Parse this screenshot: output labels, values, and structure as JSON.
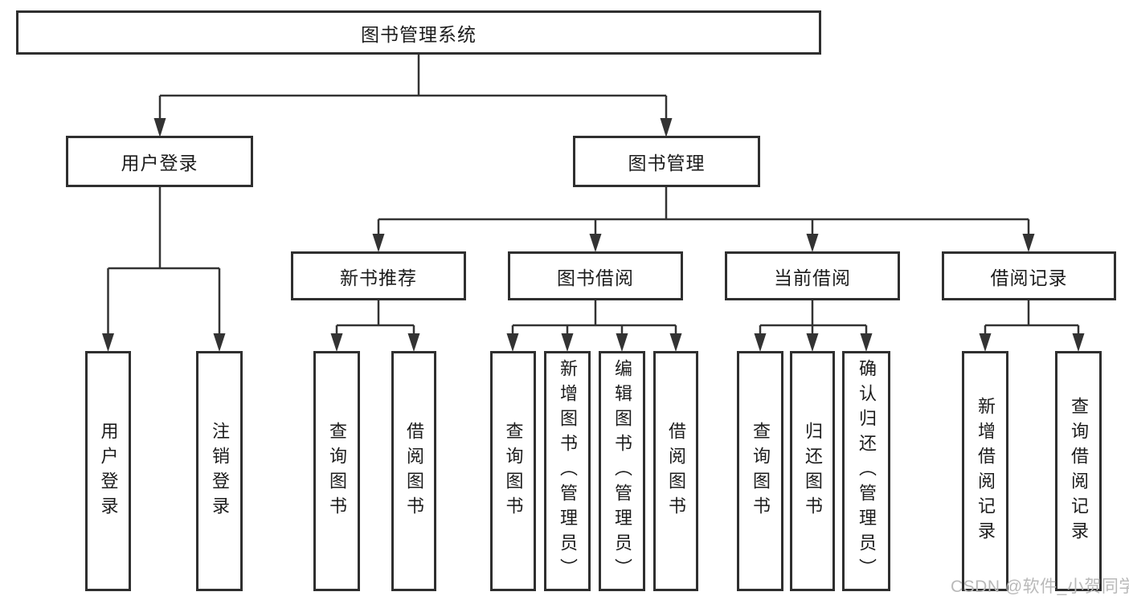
{
  "diagram": {
    "type": "tree-structure-chart",
    "watermark": "CSDN @软件_小贺同学",
    "colors": {
      "background": "#ffffff",
      "box_border": "#2f2f2f",
      "connector_line": "#333333",
      "text": "#1c1c1c",
      "watermark_text": "#b9b9b9"
    },
    "nodes": {
      "root": "图书管理系统",
      "user_login": "用户登录",
      "book_mgmt": "图书管理",
      "new_book_rec": "新书推荐",
      "book_borrow": "图书借阅",
      "current_borrow": "当前借阅",
      "borrow_records": "借阅记录",
      "leaf_user_login": "用户登录",
      "leaf_logout": "注销登录",
      "leaf_rec_query": "查询图书",
      "leaf_rec_borrow": "借阅图书",
      "leaf_bor_query": "查询图书",
      "leaf_bor_add": "新增图书（管理员）",
      "leaf_bor_edit": "编辑图书（管理员）",
      "leaf_bor_borrow": "借阅图书",
      "leaf_cur_query": "查询图书",
      "leaf_cur_return": "归还图书",
      "leaf_cur_confirm": "确认归还（管理员）",
      "leaf_records_add": "新增借阅记录",
      "leaf_records_query": "查询借阅记录"
    },
    "tree": {
      "label": "图书管理系统",
      "children": [
        {
          "label": "用户登录",
          "children": [
            {
              "label": "用户登录"
            },
            {
              "label": "注销登录"
            }
          ]
        },
        {
          "label": "图书管理",
          "children": [
            {
              "label": "新书推荐",
              "children": [
                {
                  "label": "查询图书"
                },
                {
                  "label": "借阅图书"
                }
              ]
            },
            {
              "label": "图书借阅",
              "children": [
                {
                  "label": "查询图书"
                },
                {
                  "label": "新增图书（管理员）"
                },
                {
                  "label": "编辑图书（管理员）"
                },
                {
                  "label": "借阅图书"
                }
              ]
            },
            {
              "label": "当前借阅",
              "children": [
                {
                  "label": "查询图书"
                },
                {
                  "label": "归还图书"
                },
                {
                  "label": "确认归还（管理员）"
                }
              ]
            },
            {
              "label": "借阅记录",
              "children": [
                {
                  "label": "新增借阅记录"
                },
                {
                  "label": "查询借阅记录"
                }
              ]
            }
          ]
        }
      ]
    }
  }
}
